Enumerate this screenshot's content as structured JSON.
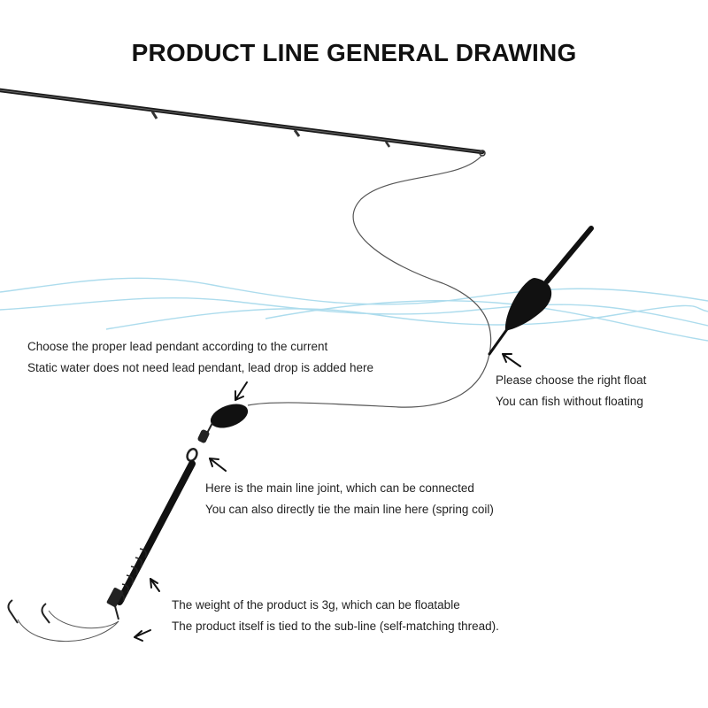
{
  "title": "PRODUCT LINE GENERAL DRAWING",
  "colors": {
    "rod": "#1a1a1a",
    "line": "#555555",
    "water": "#9fd6ea",
    "float": "#111111",
    "text": "#222222"
  },
  "notes": {
    "lead": {
      "line1": "Choose the proper lead pendant according to the current",
      "line2": "Static water does not need lead pendant, lead drop is added here"
    },
    "float": {
      "line1": "Please choose the right float",
      "line2": "You can fish without floating"
    },
    "joint": {
      "line1": "Here is the main line joint, which can be connected",
      "line2": "You can also directly tie the main line here (spring coil)"
    },
    "weight": {
      "line1": "The weight of the product is 3g, which can be floatable",
      "line2": "The product itself is tied to the sub-line (self-matching thread)."
    }
  },
  "icons": [
    "fishing-rod-icon",
    "float-icon",
    "lead-weight-icon",
    "swivel-icon",
    "spring-feeder-icon",
    "hook-icon",
    "arrow-icon"
  ]
}
